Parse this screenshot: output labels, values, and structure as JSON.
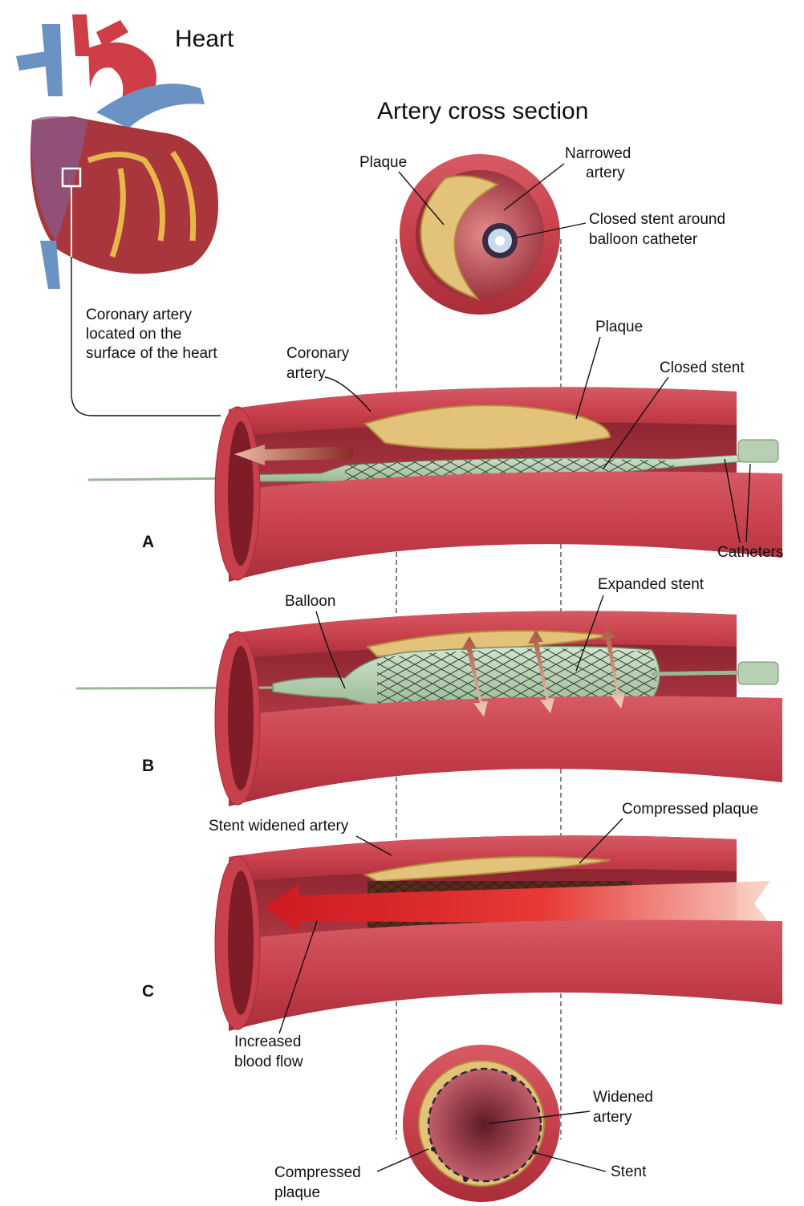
{
  "titles": {
    "heart": "Heart",
    "cross_section": "Artery cross section"
  },
  "top_section": {
    "plaque": "Plaque",
    "narrowed_artery": [
      "Narrowed",
      "artery"
    ],
    "closed_stent_balloon": [
      "Closed stent around",
      "balloon catheter"
    ]
  },
  "heart_note": [
    "Coronary artery",
    "located on the",
    "surface of the heart"
  ],
  "panel_a": {
    "letter": "A",
    "coronary_artery": [
      "Coronary",
      "artery"
    ],
    "plaque": "Plaque",
    "closed_stent": "Closed stent",
    "catheters": "Catheters"
  },
  "panel_b": {
    "letter": "B",
    "balloon": "Balloon",
    "expanded_stent": "Expanded stent"
  },
  "panel_c": {
    "letter": "C",
    "stent_widened_artery": "Stent widened artery",
    "compressed_plaque": "Compressed plaque",
    "increased_blood_flow": [
      "Increased",
      "blood flow"
    ]
  },
  "bottom_section": {
    "widened_artery": [
      "Widened",
      "artery"
    ],
    "stent": "Stent",
    "compressed_plaque": [
      "Compressed",
      "plaque"
    ]
  },
  "colors": {
    "artery_wall": "#c8404c",
    "artery_inner": "#9e2a36",
    "plaque": "#e3c27a",
    "plaque_edge": "#b48a3c",
    "stent_green": "#b7cfb3",
    "vein_blue": "#6a93c4",
    "aorta_red": "#cf3d47",
    "heart_muscle": "#a8363c",
    "blood_red": "#e8212c"
  }
}
